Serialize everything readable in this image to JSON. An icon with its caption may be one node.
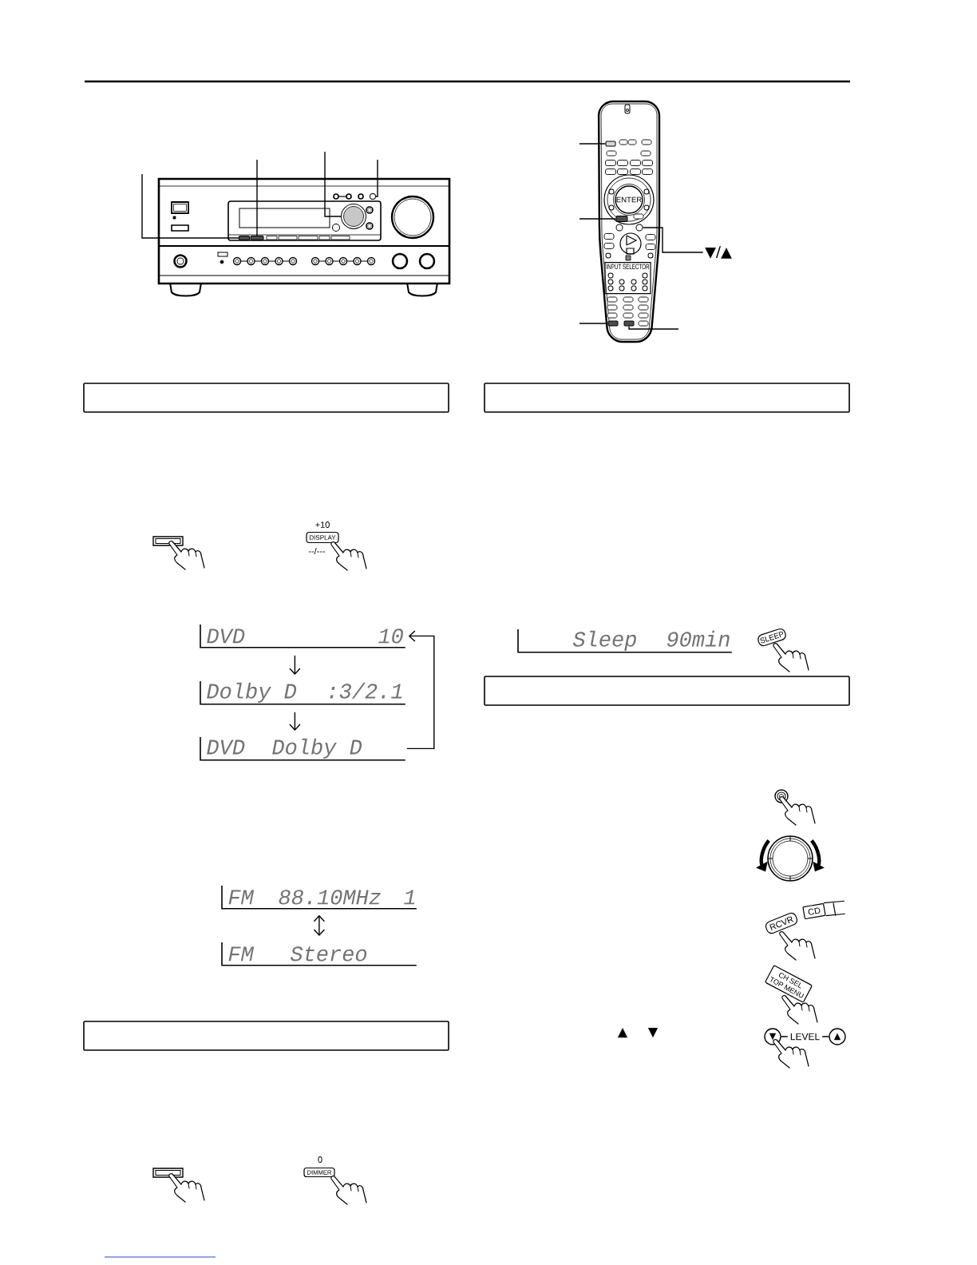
{
  "diagram": {
    "nodes": [
      {
        "text": [],
        "shape": "box"
      },
      {
        "text": [],
        "shape": "box"
      },
      {
        "text": [],
        "shape": "circle"
      },
      {
        "text": [],
        "shape": "circle"
      },
      {
        "text": [],
        "shape": "box"
      },
      {
        "text": [
          "ENTER"
        ]
      },
      {
        "text": [],
        "shape": "box"
      },
      {
        "text": [],
        "shape": "circle"
      },
      {
        "text": [
          "▼/▲"
        ]
      },
      {
        "text": [
          "INPUT SELECTOR"
        ]
      },
      {
        "text": [],
        "shape": "box"
      },
      {
        "text": [],
        "shape": "box"
      },
      {
        "text": [],
        "shape": "box"
      },
      {
        "text": [
          "DISPLAY"
        ],
        "beside": [
          "+10",
          "--/---"
        ]
      },
      {
        "text": [
          "DVD",
          "10"
        ]
      },
      {
        "text": [
          "Dolby D",
          ":3/2.1"
        ]
      },
      {
        "text": [
          "DVD",
          "Dolby D"
        ]
      },
      {
        "text": [
          "FM",
          "88.10MHz",
          "1"
        ]
      },
      {
        "text": [
          "FM",
          "Stereo"
        ]
      },
      {
        "text": [],
        "shape": "box"
      },
      {
        "text": [
          "DIMMER"
        ],
        "beside": [
          "0"
        ]
      },
      {
        "text": [],
        "shape": "box"
      },
      {
        "text": [
          "Sleep",
          "90min"
        ]
      },
      {
        "text": [
          "SLEEP"
        ]
      },
      {
        "text": [],
        "shape": "box"
      },
      {
        "text": [
          "RCVR"
        ]
      },
      {
        "text": [
          "CD"
        ]
      },
      {
        "text": [
          "CH SEL",
          "TOP MENU"
        ]
      },
      {
        "text": [
          "▼"
        ]
      },
      {
        "text": [
          "▲"
        ]
      }
    ],
    "edges": [
      {
        "from": null,
        "to": 0,
        "arrow": "none"
      },
      {
        "from": null,
        "to": 1,
        "arrow": "none"
      },
      {
        "from": null,
        "to": 2,
        "arrow": "none"
      },
      {
        "from": null,
        "to": 3,
        "arrow": "none"
      },
      {
        "from": null,
        "to": 4,
        "arrow": "none"
      },
      {
        "from": null,
        "to": 6,
        "arrow": "none"
      },
      {
        "from": 8,
        "to": 7,
        "arrow": "none"
      },
      {
        "from": null,
        "to": 10,
        "arrow": "none"
      },
      {
        "from": null,
        "to": 11,
        "arrow": "none"
      },
      {
        "from": 14,
        "to": 15,
        "arrow": "to"
      },
      {
        "from": 15,
        "to": 16,
        "arrow": "to"
      },
      {
        "from": 16,
        "to": 14,
        "arrow": "to"
      },
      {
        "from": 17,
        "to": 18,
        "arrow": "both"
      },
      {
        "from": 28,
        "to": 29,
        "arrow": "none",
        "label": "LEVEL"
      }
    ],
    "labels": [
      "▲",
      "▼"
    ]
  }
}
